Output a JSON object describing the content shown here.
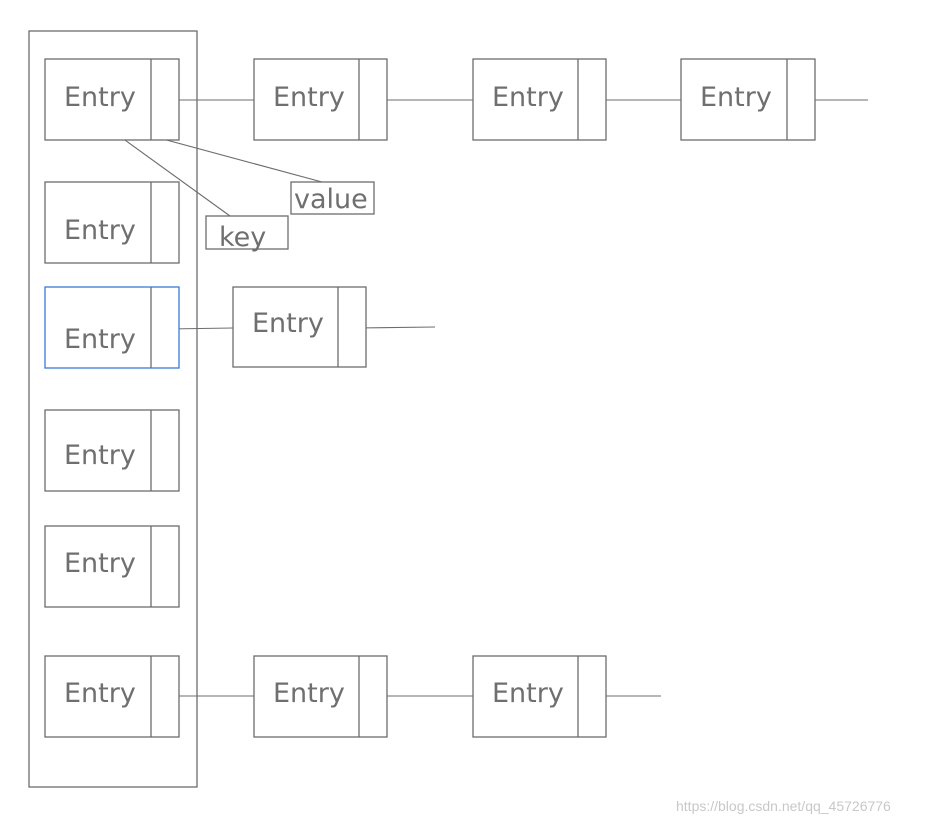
{
  "diagram": {
    "bucket_entries": [
      "Entry",
      "Entry",
      "Entry",
      "Entry",
      "Entry",
      "Entry"
    ],
    "chain_row_1": [
      "Entry",
      "Entry",
      "Entry"
    ],
    "chain_row_3": [
      "Entry"
    ],
    "chain_row_6": [
      "Entry",
      "Entry"
    ],
    "annotations": {
      "key": "key",
      "value": "value"
    },
    "colors": {
      "line": "#6d6d6d",
      "text": "#6f6f6f",
      "selected_border": "#3a7bd5"
    },
    "watermark": "https://blog.csdn.net/qq_45726776"
  }
}
